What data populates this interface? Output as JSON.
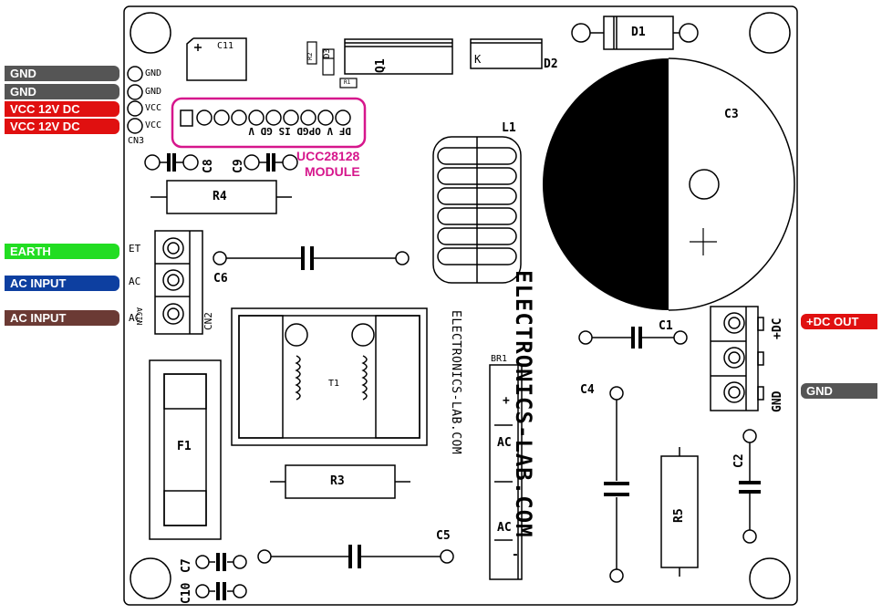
{
  "left_tags": [
    {
      "text": "GND",
      "color": "#555555"
    },
    {
      "text": "GND",
      "color": "#555555"
    },
    {
      "text": "VCC 12V DC",
      "color": "#e01010"
    },
    {
      "text": "VCC 12V DC",
      "color": "#e01010"
    },
    {
      "text": "EARTH",
      "color": "#22dd22"
    },
    {
      "text": "AC INPUT",
      "color": "#0d3fa0"
    },
    {
      "text": "AC INPUT",
      "color": "#6b3a34"
    }
  ],
  "right_tags": [
    {
      "text": "+DC OUT",
      "color": "#e01010"
    },
    {
      "text": "GND",
      "color": "#555555"
    }
  ],
  "cn3": {
    "pins": [
      "GND",
      "GND",
      "VCC",
      "VCC"
    ],
    "name": "CN3"
  },
  "module": {
    "pins": "DF  V  OPGD  IS  GD  V",
    "title": "UCC28128",
    "subtitle": "MODULE"
  },
  "cn2": {
    "pins": [
      "ET",
      "AC",
      "AC"
    ],
    "name": "CN2",
    "mid": "ACIN"
  },
  "labels": {
    "c11": "C11",
    "d3": "D3",
    "r2": "R2",
    "r1": "R1",
    "q1": "Q1",
    "k": "K",
    "d1": "D1",
    "d2": "D2",
    "l1": "L1",
    "c3": "C3",
    "c8": "C8",
    "c9": "C9",
    "r4": "R4",
    "c6": "C6",
    "t1": "T1",
    "f1": "F1",
    "r3": "R3",
    "c5": "C5",
    "c7": "C7",
    "c10": "C10",
    "br1": "BR1",
    "br_plus": "+",
    "br_ac1": "AC",
    "br_ac2": "AC",
    "br_minus": "-",
    "c1": "C1",
    "c4": "C4",
    "c2": "C2",
    "r5": "R5",
    "plus_dc": "+DC",
    "gnd": "GND",
    "plus": "+"
  },
  "watermark_large": "ELECTRONICS-LAB.COM",
  "watermark_small": "ELECTRONICS-LAB.COM"
}
